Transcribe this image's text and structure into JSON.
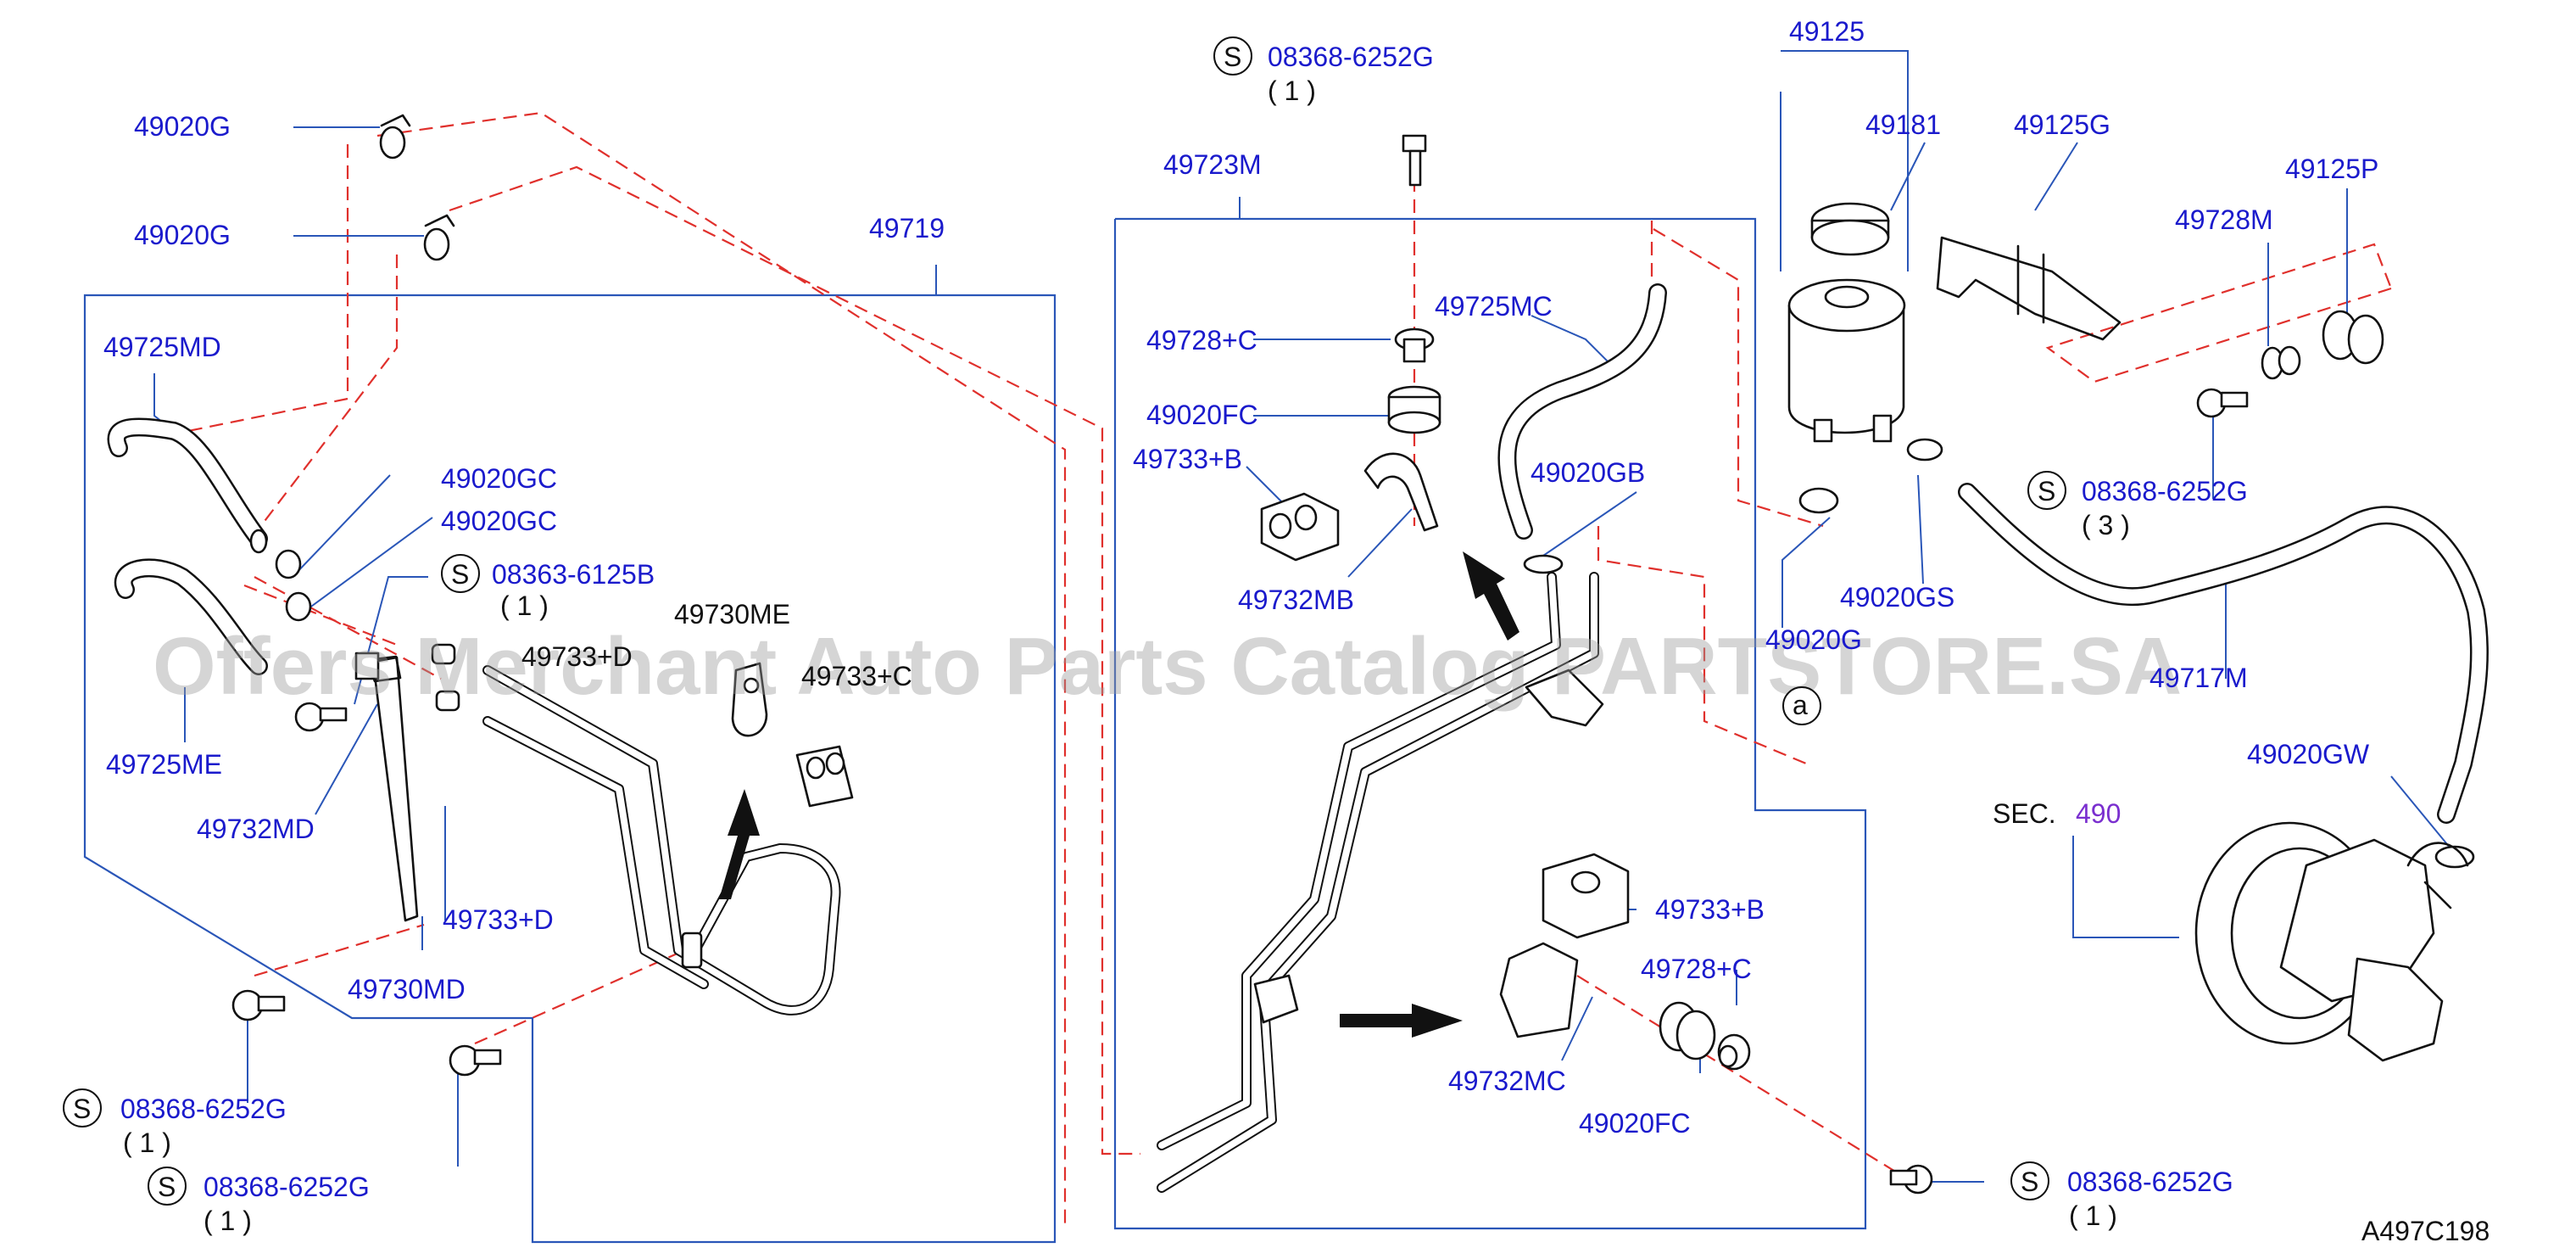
{
  "diagram": {
    "drawing_code": "A497C198",
    "section_ref": {
      "prefix": "SEC.",
      "number": "490"
    },
    "watermark": "Offers Merchant Auto Parts Catalog PARTSTORE.SA",
    "s_symbol": "S",
    "ref_letter": "a",
    "labels": {
      "p_49020g_top": "49020G",
      "p_49020g_2": "49020G",
      "p_49719": "49719",
      "p_49725md": "49725MD",
      "p_49020gc_1": "49020GC",
      "p_49020gc_2": "49020GC",
      "p_08363": "08363-6125B",
      "q_08363": "( 1 )",
      "p_49730me": "49730ME",
      "p_49733d_1": "49733+D",
      "p_49733c_l": "49733+C",
      "p_49725me": "49725ME",
      "p_49732md": "49732MD",
      "p_49733d_2": "49733+D",
      "p_49730md": "49730MD",
      "p_08368_l1": "08368-6252G",
      "q_08368_l1": "( 1 )",
      "p_08368_l2": "08368-6252G",
      "q_08368_l2": "( 1 )",
      "p_08368_top": "08368-6252G",
      "q_08368_top": "( 1 )",
      "p_49723m": "49723M",
      "p_49725mc": "49725MC",
      "p_49728c_1": "49728+C",
      "p_49020fc_1": "49020FC",
      "p_49733b_1": "49733+B",
      "p_49020gb": "49020GB",
      "p_49732mb": "49732MB",
      "p_49733b_2": "49733+B",
      "p_49728c_2": "49728+C",
      "p_49732mc": "49732MC",
      "p_49020fc_2": "49020FC",
      "p_08368_bot": "08368-6252G",
      "q_08368_bot": "( 1 )",
      "p_49125": "49125",
      "p_49181": "49181",
      "p_49125g": "49125G",
      "p_49125p": "49125P",
      "p_49728m": "49728M",
      "p_08368_r": "08368-6252G",
      "q_08368_r": "( 3 )",
      "p_49020gs": "49020GS",
      "p_49020g_mid": "49020G",
      "p_49717m": "49717M",
      "p_49020gw": "49020GW"
    }
  }
}
